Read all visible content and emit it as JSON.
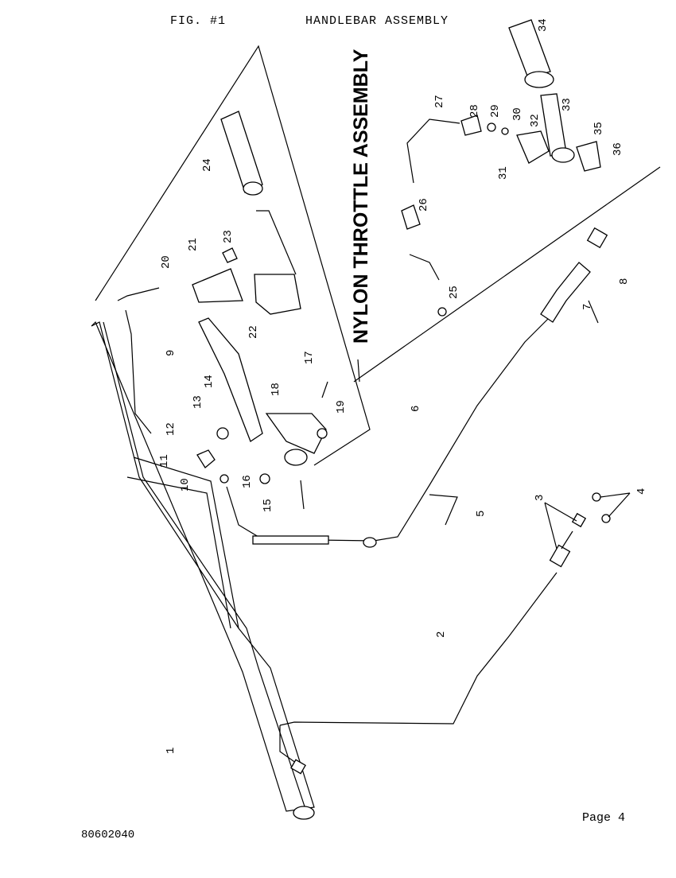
{
  "header": {
    "figure": "FIG. #1",
    "title": "HANDLEBAR ASSEMBLY"
  },
  "inset_title": "NYLON THROTTLE ASSEMBLY",
  "footer": {
    "page": "Page 4",
    "doc_number": "80602040"
  },
  "callouts": [
    "1",
    "2",
    "3",
    "4",
    "5",
    "6",
    "7",
    "8",
    "9",
    "10",
    "11",
    "12",
    "13",
    "14",
    "15",
    "16",
    "17",
    "18",
    "19",
    "20",
    "21",
    "22",
    "23",
    "24",
    "25",
    "26",
    "27",
    "28",
    "29",
    "30",
    "31",
    "32",
    "33",
    "34",
    "35",
    "36"
  ]
}
